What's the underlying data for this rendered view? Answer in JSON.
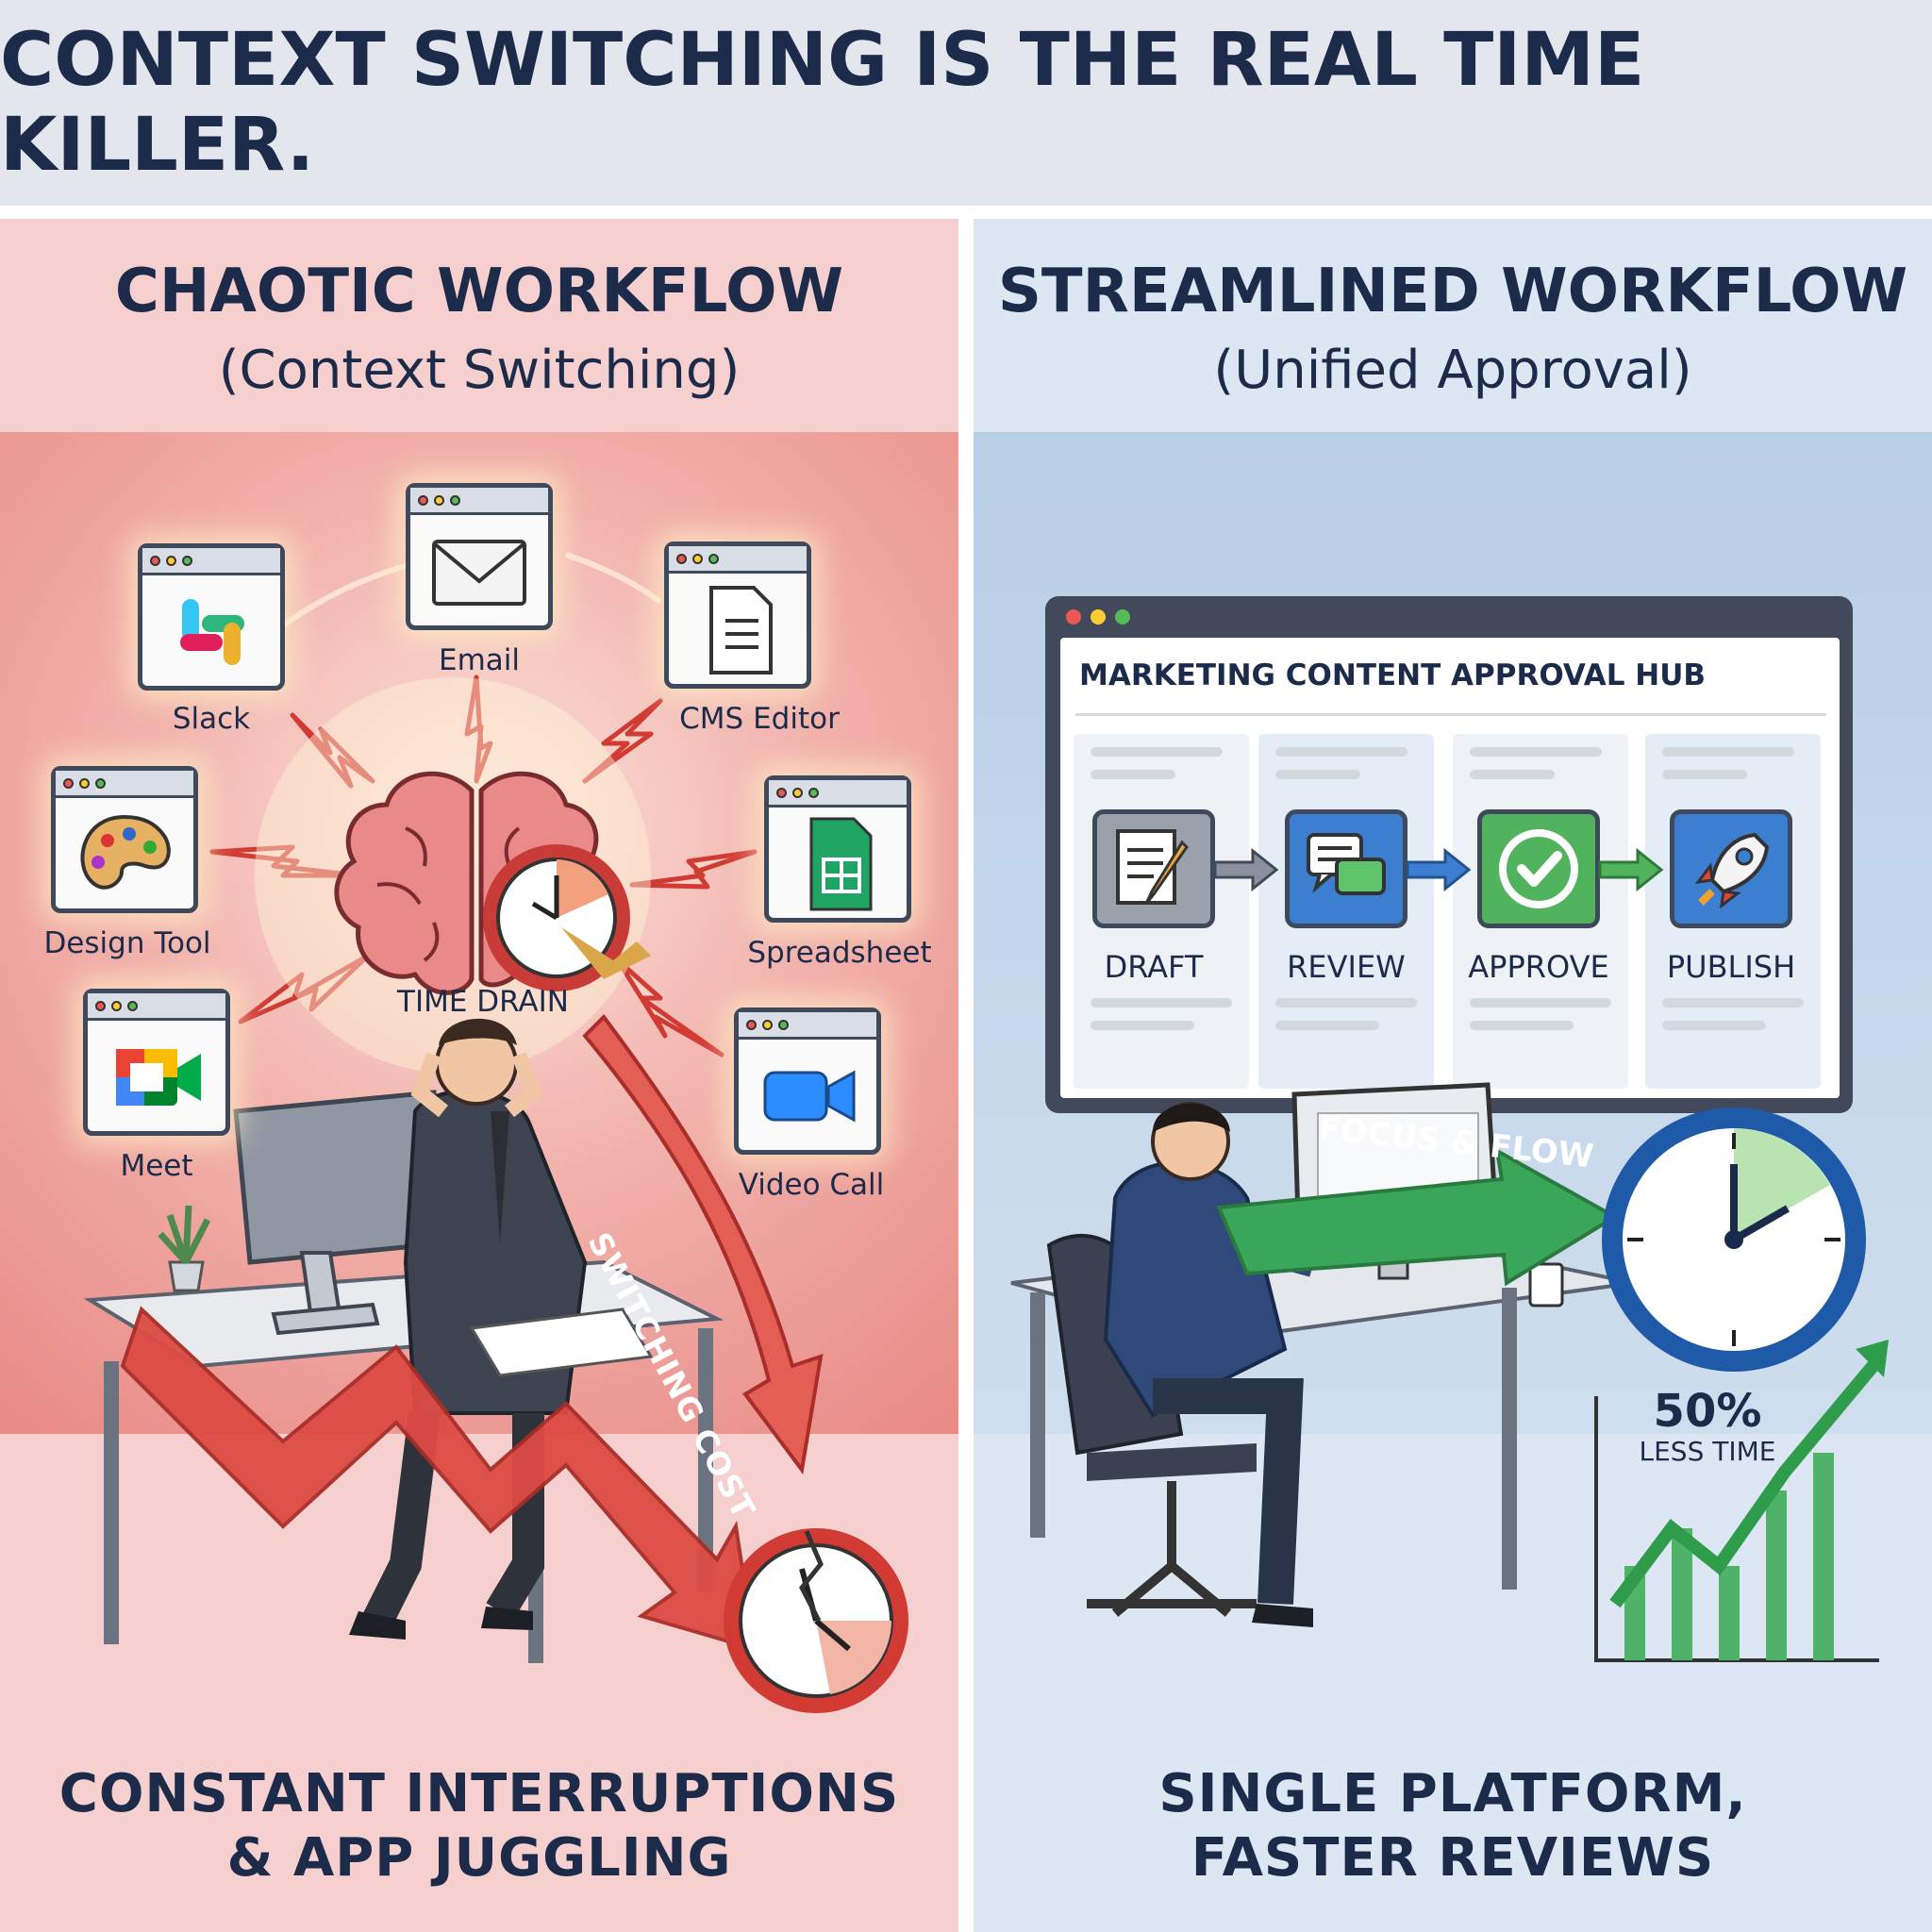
{
  "title": "CONTEXT SWITCHING IS THE REAL TIME KILLER.",
  "left": {
    "heading": "CHAOTIC WORKFLOW",
    "subheading": "(Context Switching)",
    "apps": [
      "Slack",
      "Email",
      "CMS Editor",
      "Design Tool",
      "Spreadsheet",
      "Meet",
      "Video Call"
    ],
    "center_label": "TIME DRAIN",
    "arrow_label": "SWITCHING COST",
    "footer_line1": "CONSTANT INTERRUPTIONS",
    "footer_line2": "& APP JUGGLING"
  },
  "right": {
    "heading": "STREAMLINED WORKFLOW",
    "subheading": "(Unified Approval)",
    "hub_title": "MARKETING CONTENT APPROVAL HUB",
    "stages": [
      "DRAFT",
      "REVIEW",
      "APPROVE",
      "PUBLISH"
    ],
    "focus_label": "FOCUS & FLOW",
    "stat_value": "50%",
    "stat_label": "LESS TIME",
    "footer_line1": "SINGLE PLATFORM,",
    "footer_line2": "FASTER REVIEWS"
  },
  "colors": {
    "navy": "#1c2b4a",
    "chaos_red": "#d94a45",
    "flow_green": "#3aa65a",
    "review_blue": "#3c7fd0",
    "approve_green": "#52b35f"
  },
  "icons": [
    "slack-icon",
    "email-icon",
    "document-icon",
    "palette-icon",
    "spreadsheet-icon",
    "meet-icon",
    "video-camera-icon",
    "brain-icon",
    "clock-icon",
    "broken-clock-icon",
    "pencil-icon",
    "chat-icon",
    "check-icon",
    "rocket-icon"
  ]
}
